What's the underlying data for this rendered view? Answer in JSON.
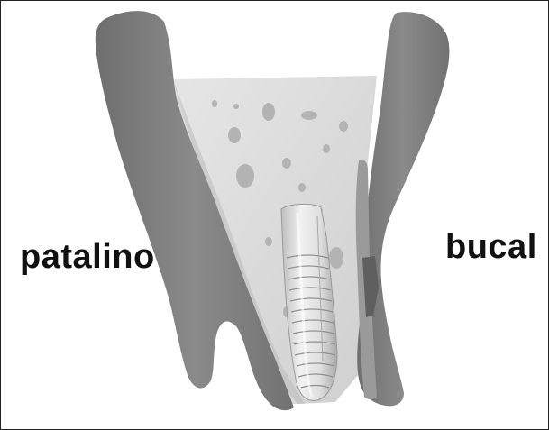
{
  "labels": {
    "left": "patalino",
    "right": "bucal"
  },
  "icons": {
    "implant": "dental-implant-icon",
    "bone": "alveolar-bone-cross-section"
  },
  "colors": {
    "background": "#ffffff",
    "border": "#222222",
    "gingiva": "#7d7d7d",
    "bone": "#dcdcdc",
    "implant": "#e2e2e2",
    "text": "#111111"
  }
}
